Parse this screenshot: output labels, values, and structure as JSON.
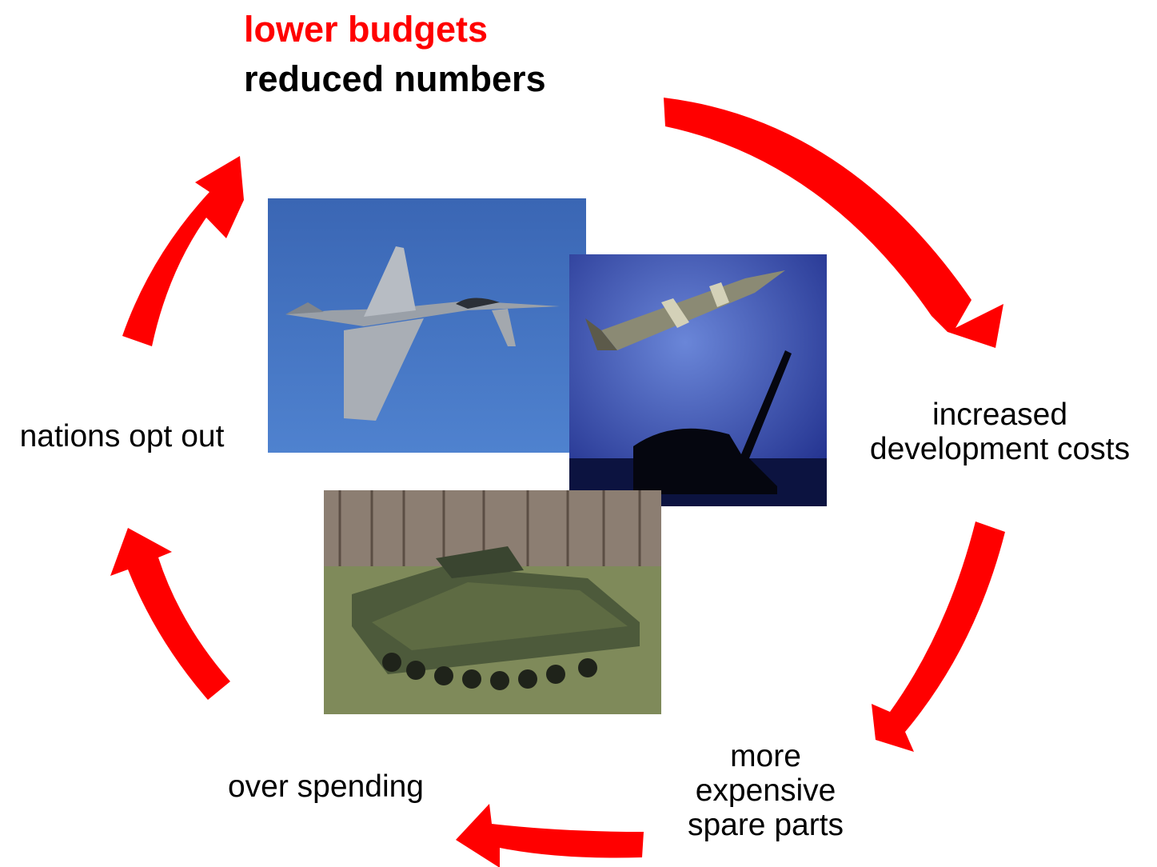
{
  "title": {
    "line1": "lower budgets",
    "line2": "reduced numbers"
  },
  "labels": {
    "increased": [
      "increased",
      "development costs"
    ],
    "spare_parts": [
      "more",
      "expensive",
      "spare parts"
    ],
    "over_spending": "over spending",
    "opt_out": "nations opt out"
  },
  "photos": [
    "jet-photo",
    "missile-artillery-photo",
    "armored-vehicle-photo"
  ],
  "colors": {
    "arrow": "#ff0000",
    "title_highlight": "#ff0000",
    "text": "#000000"
  }
}
